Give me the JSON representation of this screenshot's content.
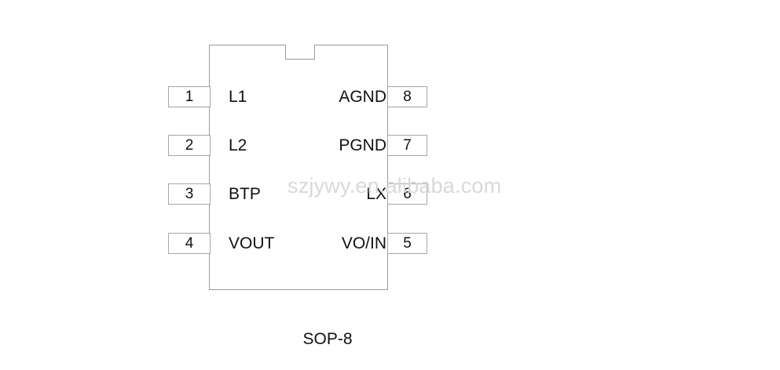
{
  "diagram": {
    "title": "SOP-8",
    "package_outline": {
      "notch_icon": "package-notch-indicator",
      "body_border_color": "#9a9a9a",
      "background_color": "#ffffff"
    },
    "pins_left": [
      {
        "number": "1",
        "name": "L1"
      },
      {
        "number": "2",
        "name": "L2"
      },
      {
        "number": "3",
        "name": "BTP"
      },
      {
        "number": "4",
        "name": "VOUT"
      }
    ],
    "pins_right": [
      {
        "number": "8",
        "name": "AGND"
      },
      {
        "number": "7",
        "name": "PGND"
      },
      {
        "number": "6",
        "name": "LX"
      },
      {
        "number": "5",
        "name": "VO/IN"
      }
    ]
  },
  "watermark": {
    "text": "szjywy.en.alibaba.com",
    "color": "#d9d9d9"
  }
}
